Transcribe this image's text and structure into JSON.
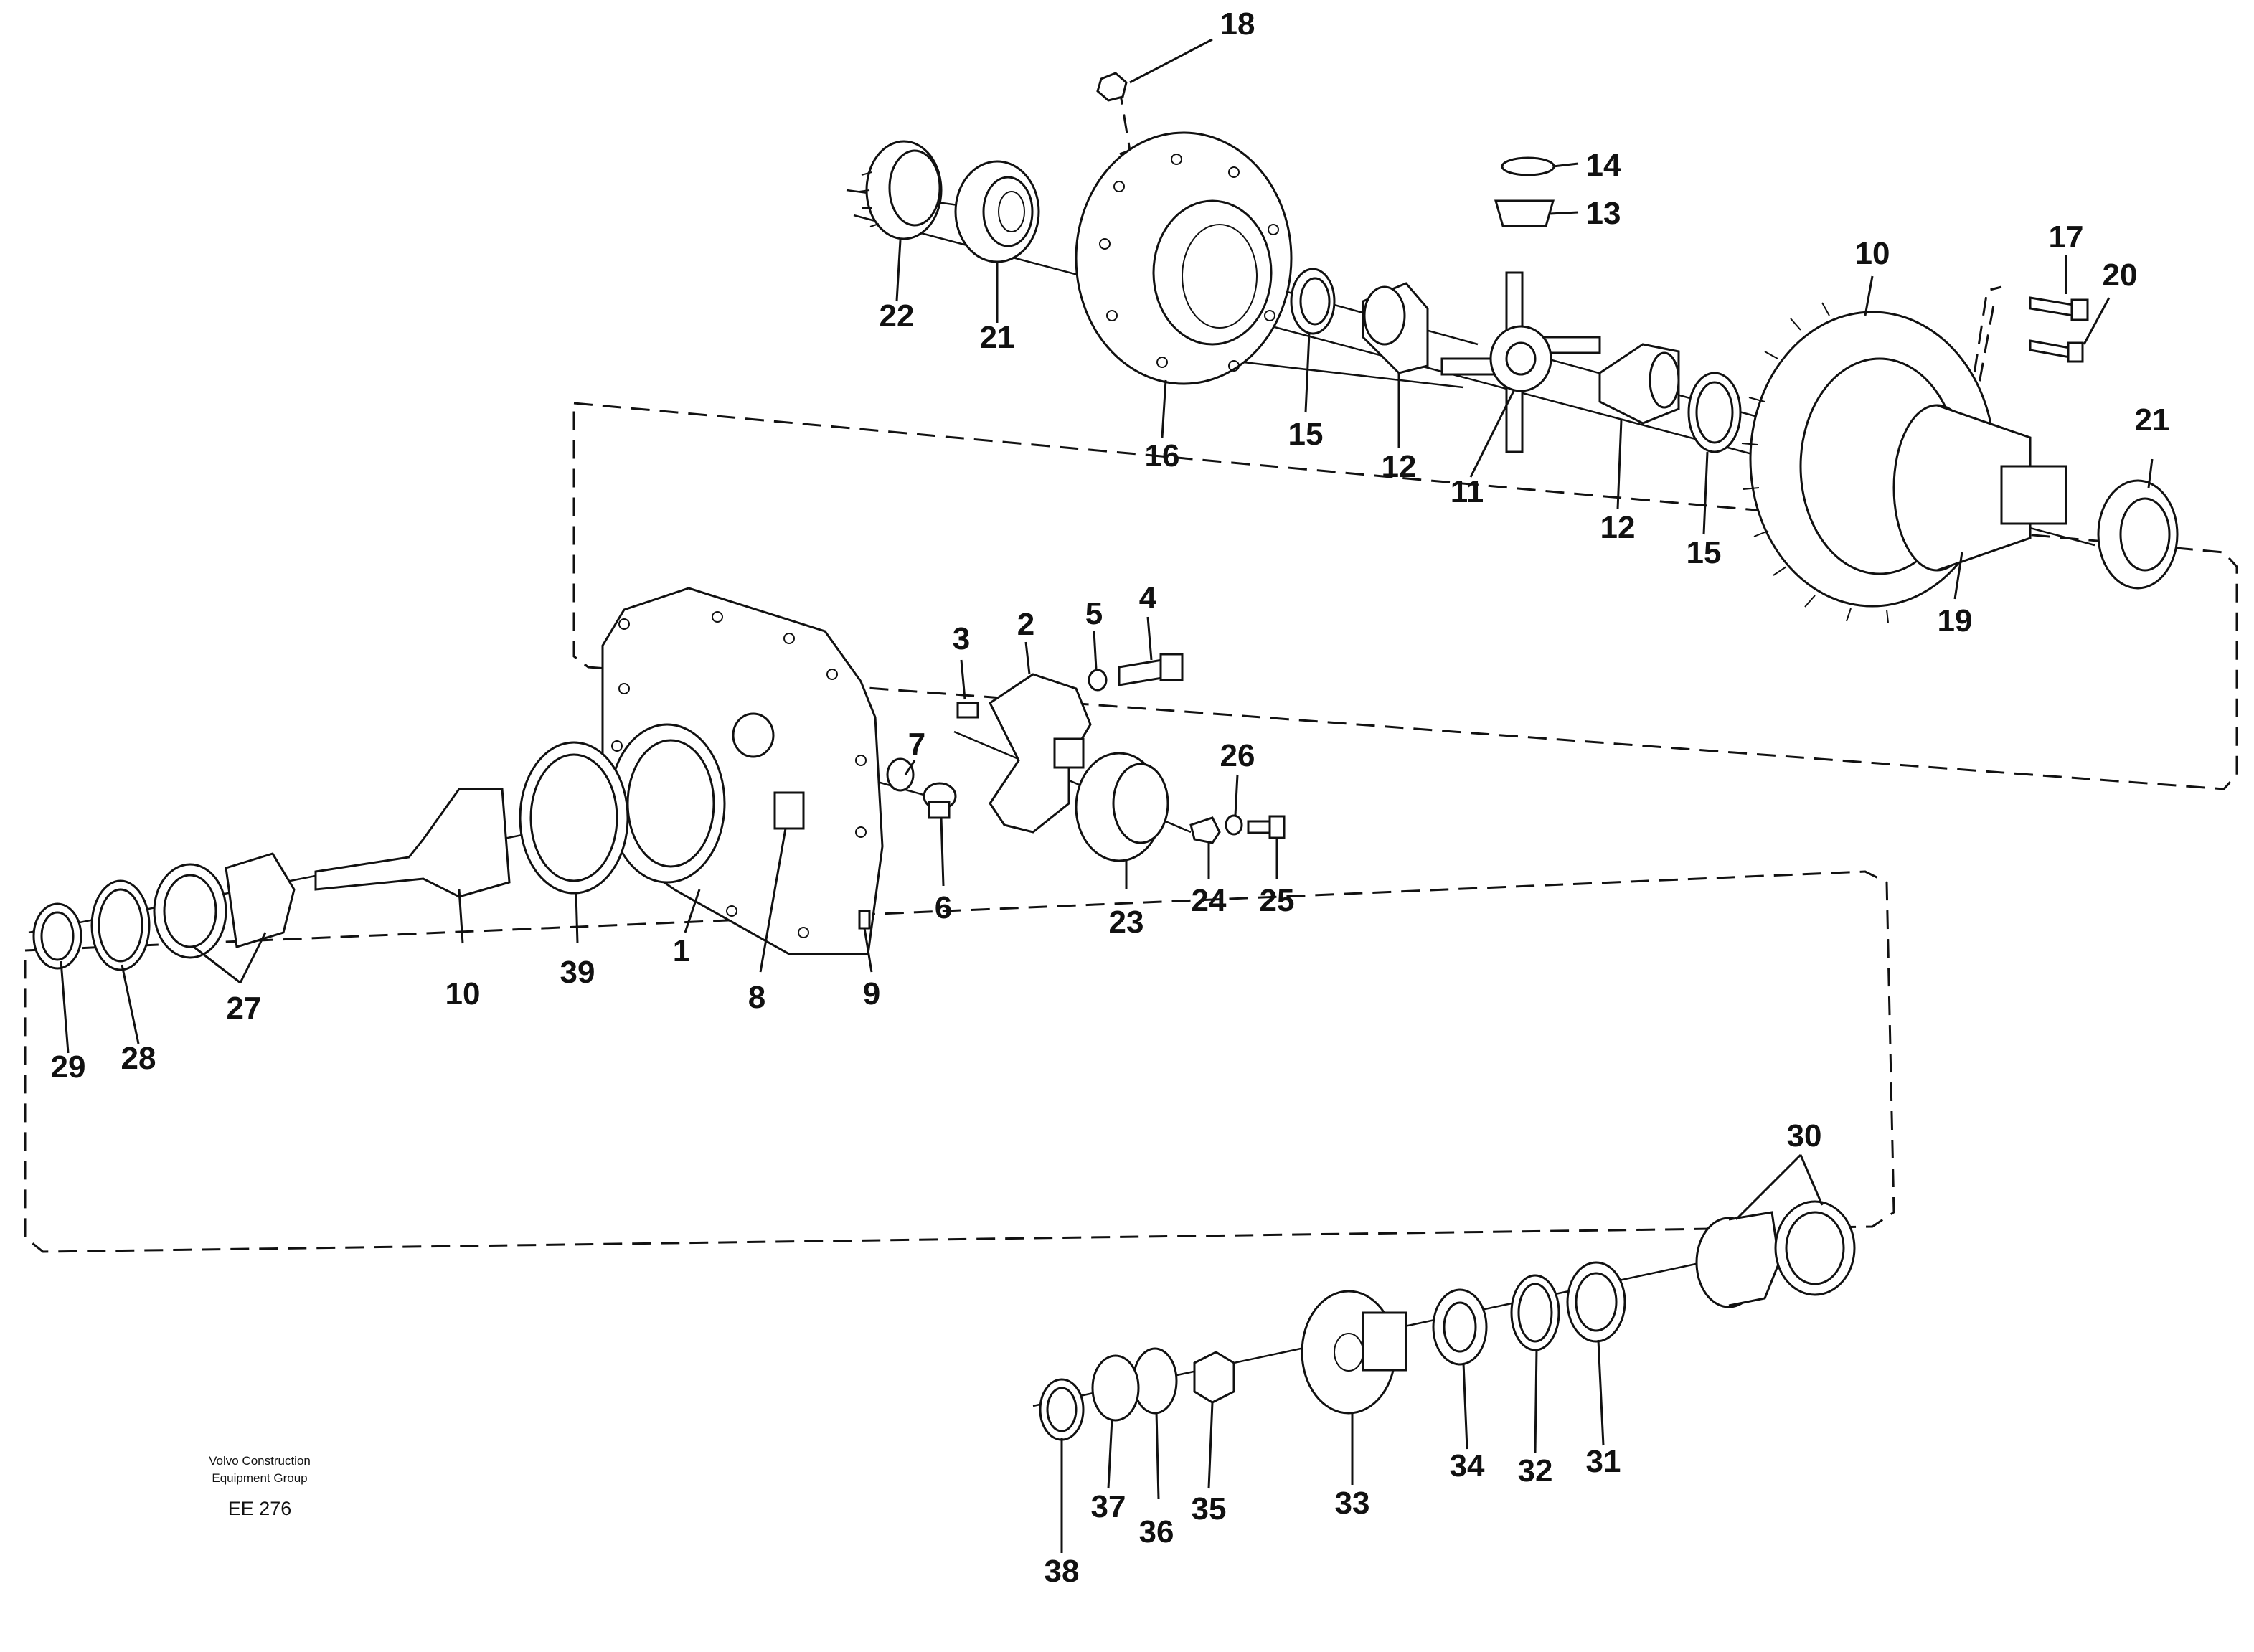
{
  "credit": {
    "line1": "Volvo Construction",
    "line2": "Equipment Group",
    "code": "EE 276"
  },
  "labels": {
    "p1": "1",
    "p2": "2",
    "p3": "3",
    "p4": "4",
    "p5": "5",
    "p6": "6",
    "p7": "7",
    "p8": "8",
    "p9": "9",
    "p10a": "10",
    "p10b": "10",
    "p11": "11",
    "p12a": "12",
    "p12b": "12",
    "p13": "13",
    "p14": "14",
    "p15a": "15",
    "p15b": "15",
    "p16": "16",
    "p17": "17",
    "p18": "18",
    "p19": "19",
    "p20": "20",
    "p21a": "21",
    "p21b": "21",
    "p22": "22",
    "p23": "23",
    "p24": "24",
    "p25": "25",
    "p26": "26",
    "p27": "27",
    "p28": "28",
    "p29": "29",
    "p30": "30",
    "p31": "31",
    "p32": "32",
    "p33": "33",
    "p34": "34",
    "p35": "35",
    "p36": "36",
    "p37": "37",
    "p38": "38",
    "p39": "39"
  }
}
